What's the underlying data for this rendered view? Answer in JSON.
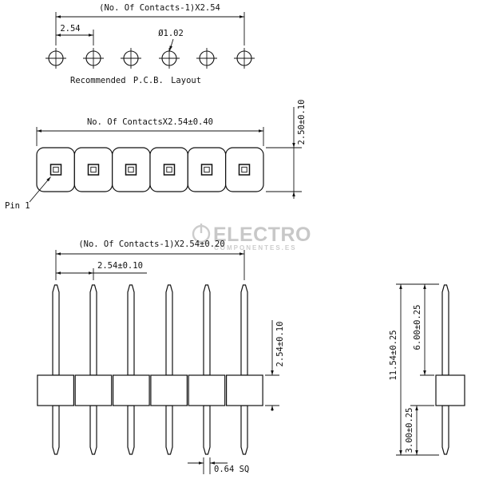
{
  "views": {
    "pcb_layout": {
      "span_dim": "(No. Of Contacts-1)X2.54",
      "pitch_dim": "2.54",
      "hole_diameter_dim": "Ø1.02",
      "caption": "Recommended P.C.B. Layout"
    },
    "plan_view": {
      "width_dim": "No. Of ContactsX2.54±0.40",
      "depth_dim": "2.50±0.10",
      "pin_one_label": "Pin 1"
    },
    "front_view": {
      "span_dim": "(No. Of Contacts-1)X2.54±0.20",
      "pitch_dim": "2.54±0.10",
      "body_height_dim": "2.54±0.10",
      "pin_square_dim": "0.64 SQ"
    },
    "side_view": {
      "total_length_dim": "11.54±0.25",
      "upper_pin_length_dim": "6.00±0.25",
      "lower_pin_length_dim": "3.00±0.25"
    }
  },
  "watermark": {
    "title": "ELECTRO",
    "subtitle": "COMPONENTES.ES"
  },
  "contacts_shown": 6
}
